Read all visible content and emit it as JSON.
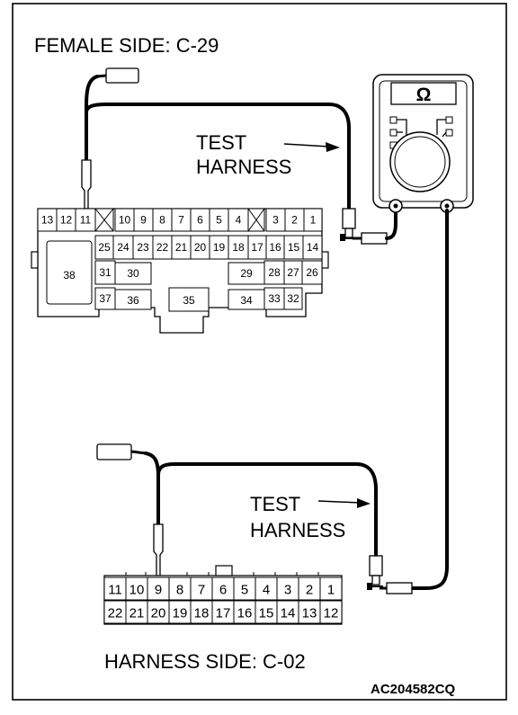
{
  "labels": {
    "female_side": "FEMALE SIDE: C-29",
    "harness_side": "HARNESS SIDE: C-02",
    "test_harness_top_line1": "TEST",
    "test_harness_top_line2": "HARNESS",
    "test_harness_bottom_line1": "TEST",
    "test_harness_bottom_line2": "HARNESS",
    "figure_code": "AC204582CQ",
    "meter_symbol": "Ω"
  },
  "connector_c29": {
    "top_row": [
      "13",
      "12",
      "11",
      "10",
      "9",
      "8",
      "7",
      "6",
      "5",
      "4",
      "3",
      "2",
      "1"
    ],
    "middle_row": [
      "25",
      "24",
      "23",
      "22",
      "21",
      "20",
      "19",
      "18",
      "17",
      "16",
      "15",
      "14"
    ],
    "large_pins": [
      "38",
      "31",
      "30",
      "29",
      "28",
      "27",
      "26",
      "37",
      "36",
      "35",
      "34",
      "33",
      "32"
    ]
  },
  "connector_c02": {
    "top_row": [
      "11",
      "10",
      "9",
      "8",
      "7",
      "6",
      "5",
      "4",
      "3",
      "2",
      "1"
    ],
    "bottom_row": [
      "22",
      "21",
      "20",
      "19",
      "18",
      "17",
      "16",
      "15",
      "14",
      "13",
      "12"
    ]
  }
}
